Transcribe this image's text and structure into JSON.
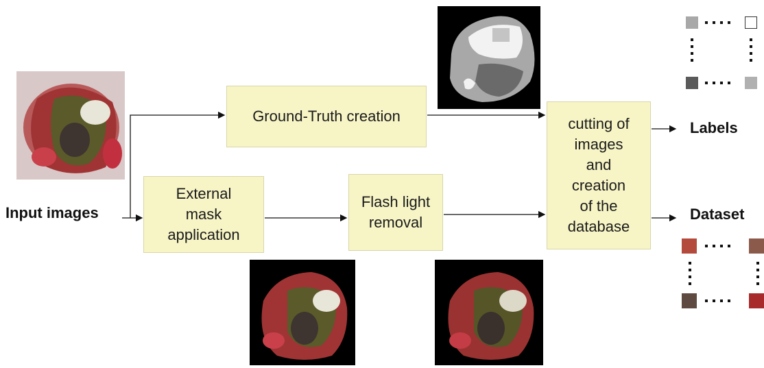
{
  "input_label": "Input images",
  "boxes": {
    "ground_truth": "Ground-Truth creation",
    "external_mask": [
      "External",
      "mask",
      "application"
    ],
    "flash_light": [
      "Flash light",
      "removal"
    ],
    "cutting": [
      "cutting of",
      "images",
      "and",
      "creation",
      "of the",
      "database"
    ]
  },
  "outputs": {
    "labels": "Labels",
    "dataset": "Dataset"
  },
  "colors": {
    "box_fill": "#f7f5c6",
    "arrow": "#111111"
  }
}
